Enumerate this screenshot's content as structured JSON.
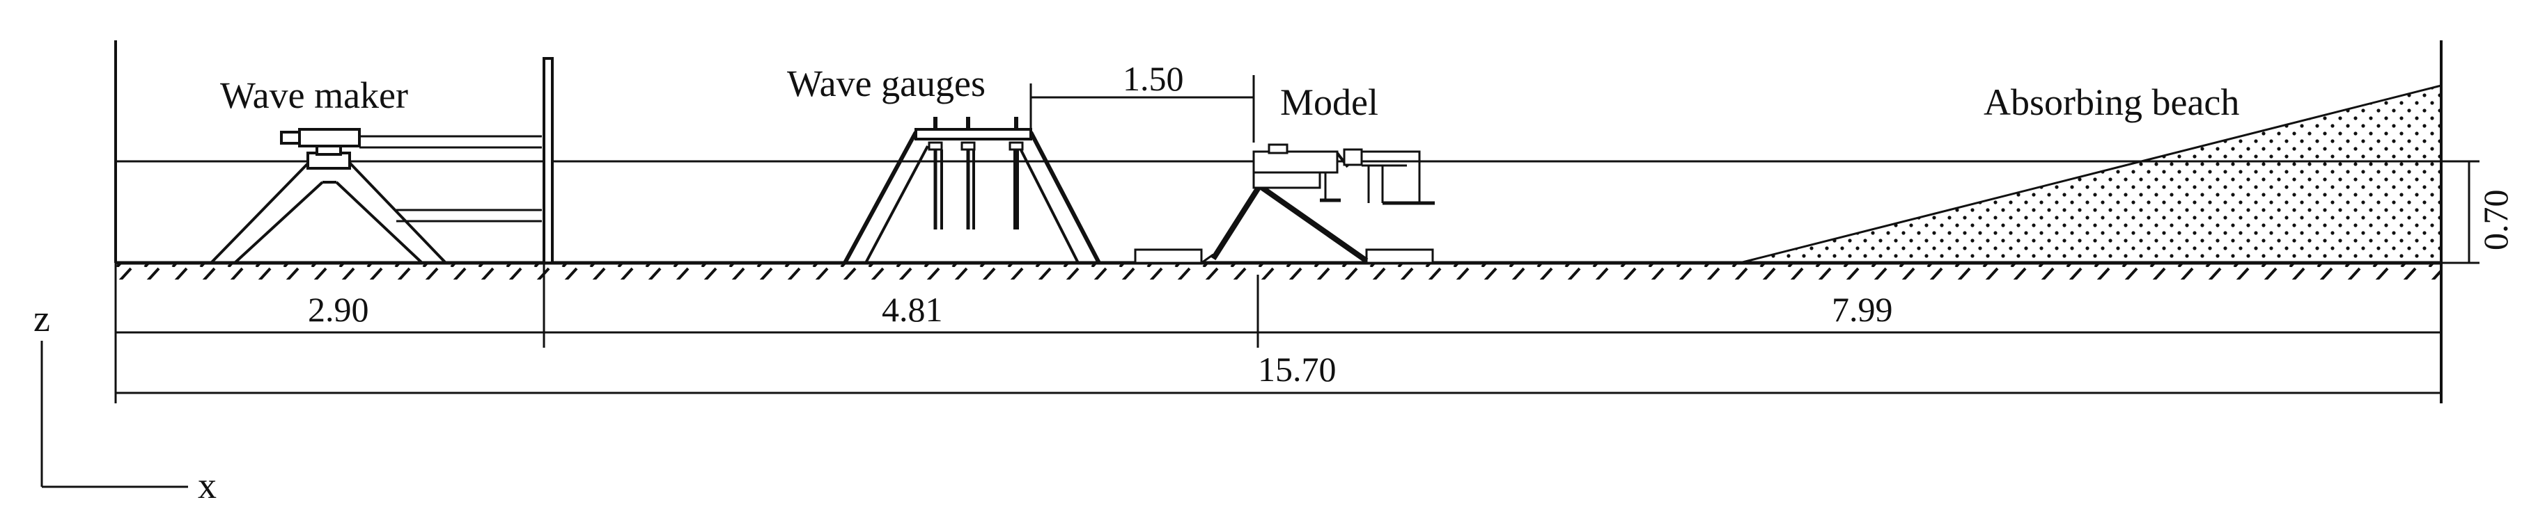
{
  "labels": {
    "wave_maker": "Wave maker",
    "wave_gauges": "Wave gauges",
    "model": "Model",
    "absorbing_beach": "Absorbing beach"
  },
  "dimensions": {
    "gauge_to_model": "1.50",
    "water_depth": "0.70",
    "maker_to_paddle": "2.90",
    "paddle_to_model": "4.81",
    "model_to_beach_end": "7.99",
    "total_length": "15.70"
  },
  "axes": {
    "z": "z",
    "x": "x"
  }
}
